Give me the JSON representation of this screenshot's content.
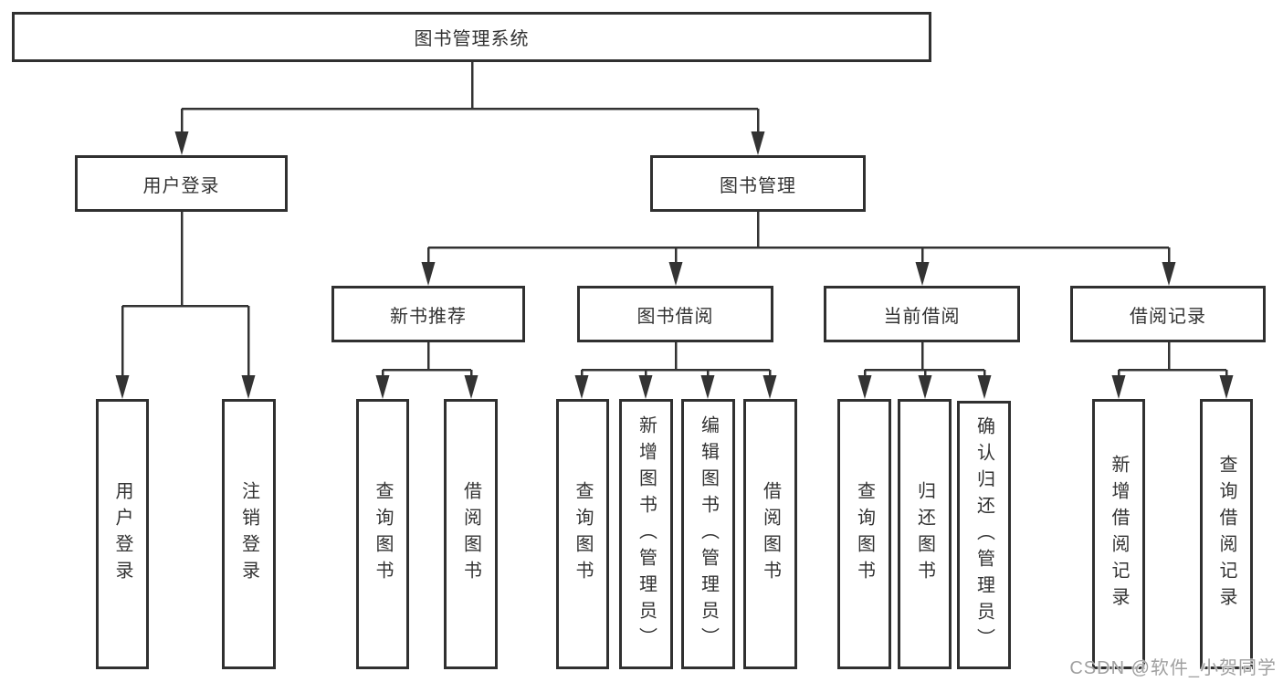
{
  "diagram": {
    "root": {
      "label": "图书管理系统",
      "children": [
        {
          "label": "用户登录",
          "children": [
            {
              "label": "用户登录"
            },
            {
              "label": "注销登录"
            }
          ]
        },
        {
          "label": "图书管理",
          "children": [
            {
              "label": "新书推荐",
              "children": [
                {
                  "label": "查询图书"
                },
                {
                  "label": "借阅图书"
                }
              ]
            },
            {
              "label": "图书借阅",
              "children": [
                {
                  "label": "查询图书"
                },
                {
                  "label": "新增图书（管理员）"
                },
                {
                  "label": "编辑图书（管理员）"
                },
                {
                  "label": "借阅图书"
                }
              ]
            },
            {
              "label": "当前借阅",
              "children": [
                {
                  "label": "查询图书"
                },
                {
                  "label": "归还图书"
                },
                {
                  "label": "确认归还（管理员）"
                }
              ]
            },
            {
              "label": "借阅记录",
              "children": [
                {
                  "label": "新增借阅记录"
                },
                {
                  "label": "查询借阅记录"
                }
              ]
            }
          ]
        }
      ]
    }
  },
  "watermark": {
    "text": "CSDN @软件_小贺同学"
  },
  "colors": {
    "line": "#333333",
    "box_border": "#303030",
    "text": "#333333",
    "watermark": "#a0a0a0",
    "background": "#ffffff"
  }
}
